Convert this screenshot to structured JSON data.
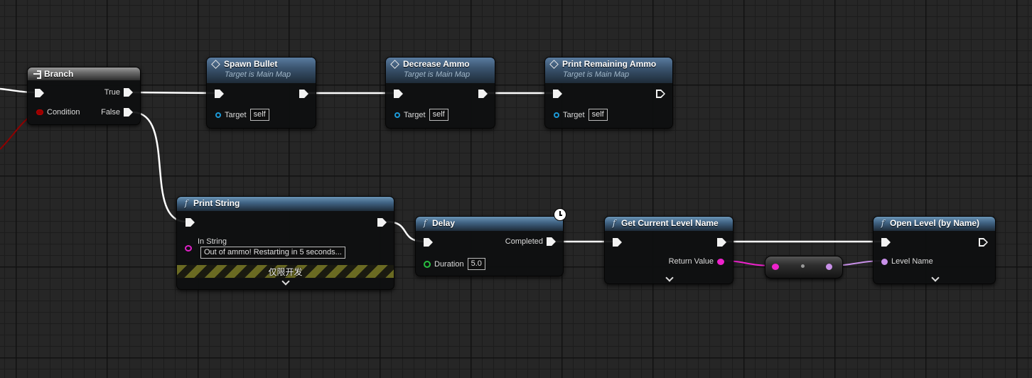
{
  "colors": {
    "exec_wire": "#ffffff",
    "string_wire": "#ee22cc",
    "name_wire": "#c890e8",
    "bool_wire": "#900000",
    "object_pin": "#1c9ad8",
    "float_pin": "#28c040"
  },
  "nodes": {
    "branch": {
      "title": "Branch",
      "icon": "branch-icon",
      "true_label": "True",
      "false_label": "False",
      "condition_label": "Condition"
    },
    "spawn_bullet": {
      "title": "Spawn Bullet",
      "subtitle": "Target is Main Map",
      "icon": "event-diamond-icon",
      "target_label": "Target",
      "target_value": "self"
    },
    "decrease_ammo": {
      "title": "Decrease Ammo",
      "subtitle": "Target is Main Map",
      "icon": "event-diamond-icon",
      "target_label": "Target",
      "target_value": "self"
    },
    "print_remaining": {
      "title": "Print Remaining Ammo",
      "subtitle": "Target is Main Map",
      "icon": "event-diamond-icon",
      "target_label": "Target",
      "target_value": "self"
    },
    "print_string": {
      "title": "Print String",
      "icon": "function-icon",
      "in_string_label": "In String",
      "in_string_value": "Out of ammo! Restarting in 5 seconds...",
      "dev_only_label": "仅限开发"
    },
    "delay": {
      "title": "Delay",
      "icon": "function-icon",
      "completed_label": "Completed",
      "duration_label": "Duration",
      "duration_value": "5.0",
      "latent_icon": "clock-icon"
    },
    "get_level_name": {
      "title": "Get Current Level Name",
      "icon": "function-icon",
      "return_label": "Return Value"
    },
    "open_level": {
      "title": "Open Level (by Name)",
      "icon": "function-icon",
      "level_name_label": "Level Name"
    }
  }
}
